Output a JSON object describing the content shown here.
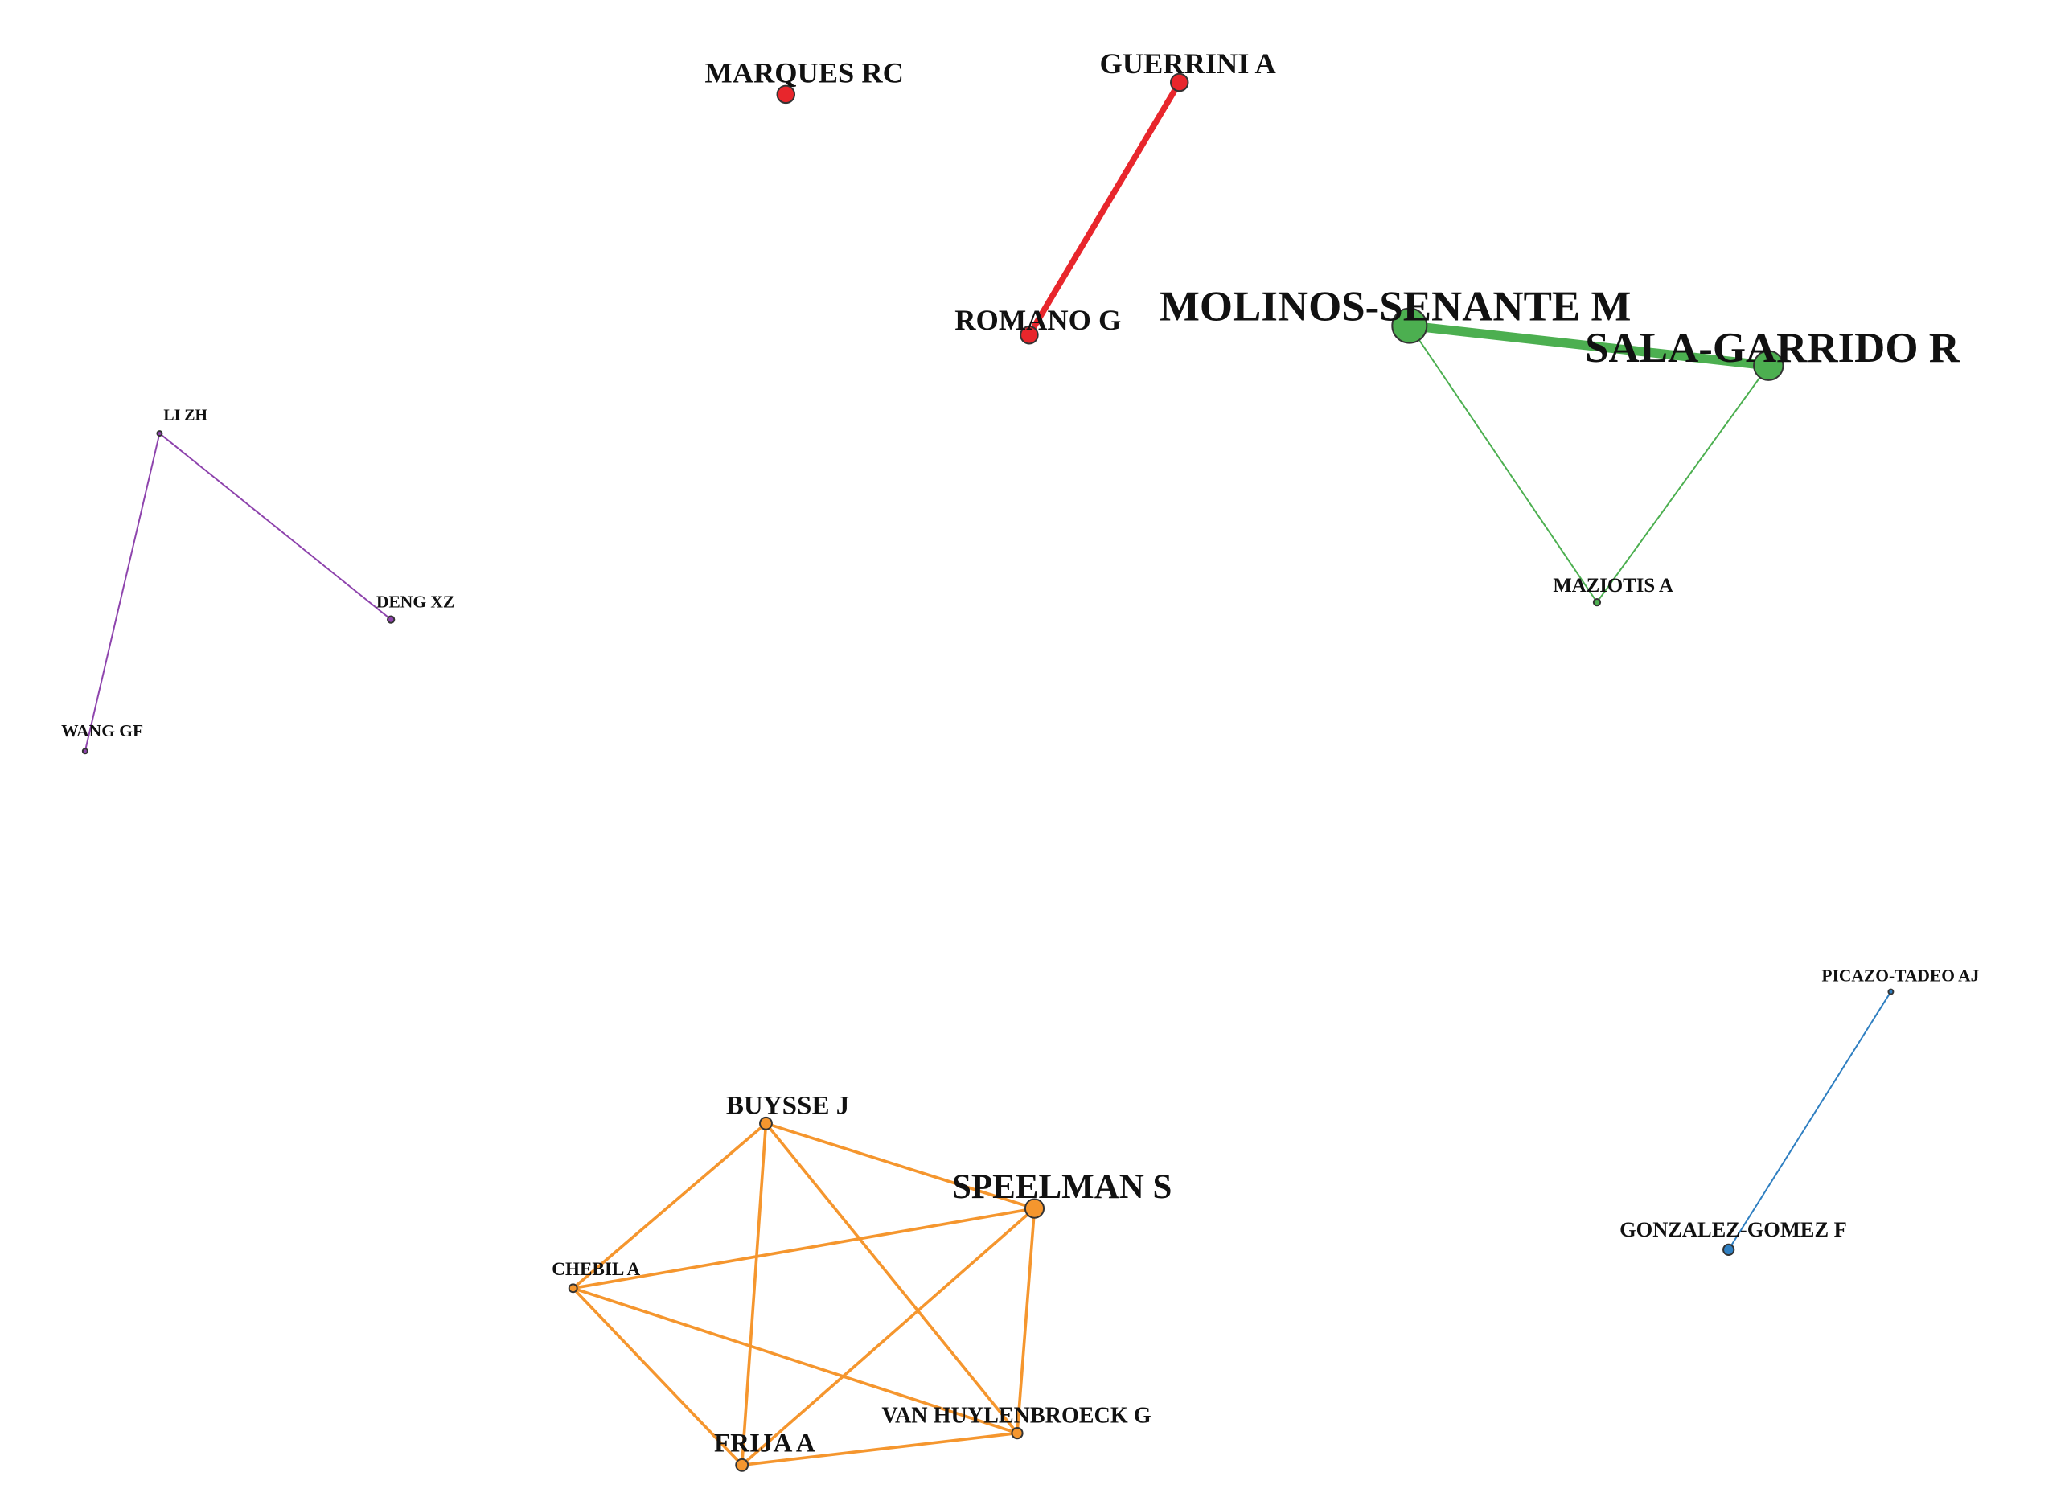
{
  "colors": {
    "red": "#e8262c",
    "green": "#4caf50",
    "purple": "#8e44ad",
    "blue": "#2f7fc1",
    "orange": "#f5962e"
  },
  "nodes": [
    {
      "id": "marques",
      "label": "MARQUES RC",
      "group": "red"
    },
    {
      "id": "guerrini",
      "label": "GUERRINI A",
      "group": "red"
    },
    {
      "id": "romano",
      "label": "ROMANO G",
      "group": "red"
    },
    {
      "id": "molinos",
      "label": "MOLINOS-SENANTE M",
      "group": "green"
    },
    {
      "id": "sala",
      "label": "SALA-GARRIDO R",
      "group": "green"
    },
    {
      "id": "maziotis",
      "label": "MAZIOTIS A",
      "group": "green"
    },
    {
      "id": "lizh",
      "label": "LI ZH",
      "group": "purple"
    },
    {
      "id": "dengxz",
      "label": "DENG XZ",
      "group": "purple"
    },
    {
      "id": "wanggf",
      "label": "WANG GF",
      "group": "purple"
    },
    {
      "id": "picazo",
      "label": "PICAZO-TADEO AJ",
      "group": "blue"
    },
    {
      "id": "gonzalez",
      "label": "GONZALEZ-GOMEZ F",
      "group": "blue"
    },
    {
      "id": "buysse",
      "label": "BUYSSE J",
      "group": "orange"
    },
    {
      "id": "speelman",
      "label": "SPEELMAN S",
      "group": "orange"
    },
    {
      "id": "chebil",
      "label": "CHEBIL A",
      "group": "orange"
    },
    {
      "id": "frija",
      "label": "FRIJA A",
      "group": "orange"
    },
    {
      "id": "vanhuylen",
      "label": "VAN HUYLENBROECK G",
      "group": "orange"
    }
  ],
  "edges": [
    {
      "source": "guerrini",
      "target": "romano",
      "group": "red"
    },
    {
      "source": "molinos",
      "target": "sala",
      "group": "green"
    },
    {
      "source": "molinos",
      "target": "maziotis",
      "group": "green"
    },
    {
      "source": "sala",
      "target": "maziotis",
      "group": "green"
    },
    {
      "source": "lizh",
      "target": "dengxz",
      "group": "purple"
    },
    {
      "source": "lizh",
      "target": "wanggf",
      "group": "purple"
    },
    {
      "source": "picazo",
      "target": "gonzalez",
      "group": "blue"
    },
    {
      "source": "buysse",
      "target": "speelman",
      "group": "orange"
    },
    {
      "source": "buysse",
      "target": "chebil",
      "group": "orange"
    },
    {
      "source": "buysse",
      "target": "frija",
      "group": "orange"
    },
    {
      "source": "buysse",
      "target": "vanhuylen",
      "group": "orange"
    },
    {
      "source": "speelman",
      "target": "chebil",
      "group": "orange"
    },
    {
      "source": "speelman",
      "target": "frija",
      "group": "orange"
    },
    {
      "source": "speelman",
      "target": "vanhuylen",
      "group": "orange"
    },
    {
      "source": "chebil",
      "target": "frija",
      "group": "orange"
    },
    {
      "source": "chebil",
      "target": "vanhuylen",
      "group": "orange"
    },
    {
      "source": "frija",
      "target": "vanhuylen",
      "group": "orange"
    }
  ]
}
